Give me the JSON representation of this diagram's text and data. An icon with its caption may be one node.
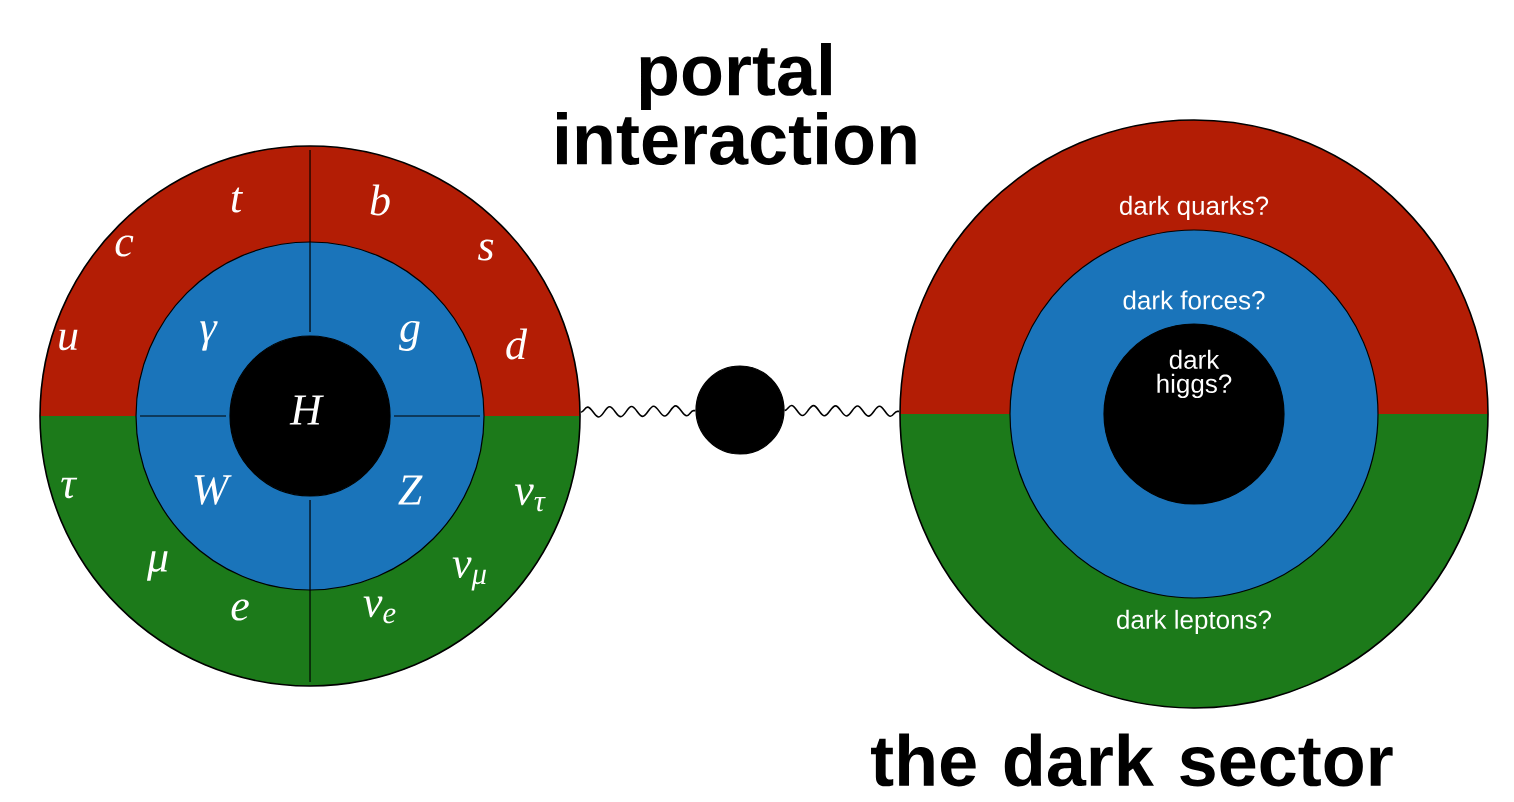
{
  "diagram": {
    "title": "portal interaction",
    "nodes": [
      {
        "text": [],
        "shape": "circle"
      },
      {
        "text": [
          "t",
          "b",
          "c",
          "s",
          "u",
          "d"
        ],
        "in": 0
      },
      {
        "text": [
          "τ",
          "ν$_{τ}$",
          "μ",
          "ν$_{μ}$",
          "e",
          "ν$_{e}$"
        ],
        "in": 0
      },
      {
        "text": [
          "γ",
          "g",
          "W",
          "Z"
        ],
        "in": 0
      },
      {
        "text": [
          "H"
        ],
        "in": 3
      },
      {
        "text": [],
        "shape": "circle"
      },
      {
        "text": [],
        "shape": "circle",
        "beside": [
          "the dark sector"
        ]
      },
      {
        "text": [
          "dark quarks?"
        ],
        "in": 6
      },
      {
        "text": [
          "dark leptons?"
        ],
        "in": 6
      },
      {
        "text": [
          "dark forces?"
        ],
        "in": 6
      },
      {
        "text": [
          "dark higgs?"
        ],
        "in": 9
      }
    ],
    "edges": [
      {
        "from": 0,
        "to": 5,
        "arrow": "none"
      },
      {
        "from": 5,
        "to": 6,
        "arrow": "none"
      }
    ]
  }
}
